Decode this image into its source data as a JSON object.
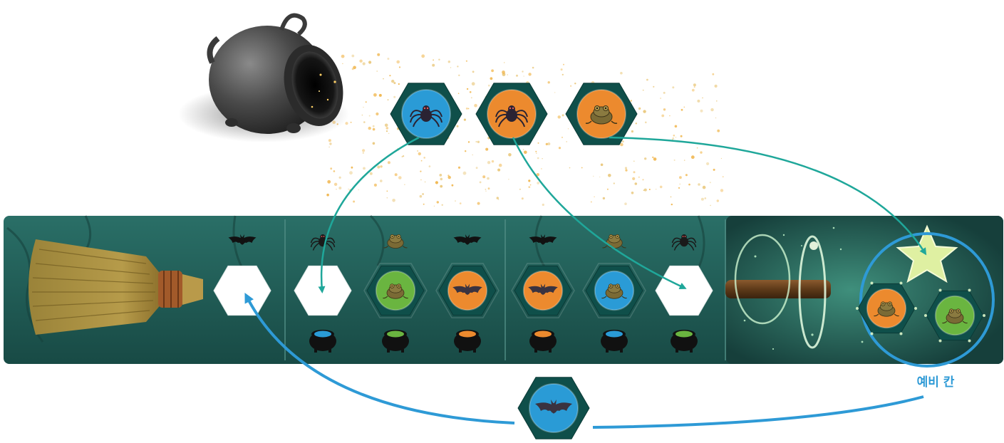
{
  "reserve_label": "예비 칸",
  "colors": {
    "board": "#1f5b55",
    "blue": "#2a9bd6",
    "green": "#6ab540",
    "orange": "#ec8a2e",
    "teal_arrow": "#1fa79a",
    "blue_arrow": "#2e9ad6",
    "hex_frame": "#0f4f4a"
  },
  "drawn_tokens": [
    {
      "creature": "spider",
      "color": "blue"
    },
    {
      "creature": "spider",
      "color": "orange"
    },
    {
      "creature": "toad",
      "color": "orange"
    }
  ],
  "track_spaces": [
    {
      "section": 1,
      "creature": "bat",
      "token": null,
      "cauldron": null
    },
    {
      "section": 2,
      "creature": "spider",
      "token": null,
      "cauldron": "blue"
    },
    {
      "section": 2,
      "creature": "toad",
      "token": {
        "creature": "toad",
        "color": "green"
      },
      "cauldron": "green"
    },
    {
      "section": 2,
      "creature": "bat",
      "token": {
        "creature": "bat",
        "color": "orange"
      },
      "cauldron": "orange"
    },
    {
      "section": 3,
      "creature": "bat",
      "token": {
        "creature": "bat",
        "color": "orange"
      },
      "cauldron": "orange"
    },
    {
      "section": 3,
      "creature": "toad",
      "token": {
        "creature": "toad",
        "color": "blue"
      },
      "cauldron": "blue"
    },
    {
      "section": 3,
      "creature": "spider",
      "token": null,
      "cauldron": "green"
    }
  ],
  "reserve_tokens": [
    {
      "creature": "toad",
      "color": "orange"
    },
    {
      "creature": "toad",
      "color": "green"
    }
  ],
  "returning_token": {
    "creature": "bat",
    "color": "blue"
  }
}
